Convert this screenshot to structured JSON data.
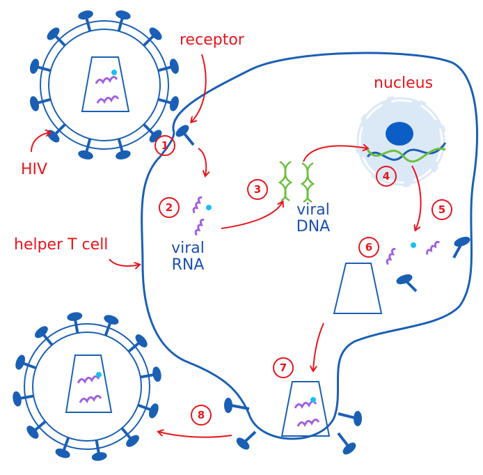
{
  "labels": {
    "receptor": "receptor",
    "nucleus": "nucleus",
    "hiv": "HIV",
    "helper_t_cell": "helper T cell",
    "viral_rna_line1": "viral",
    "viral_rna_line2": "RNA",
    "viral_dna_line1": "viral",
    "viral_dna_line2": "DNA"
  },
  "steps": [
    "1",
    "2",
    "3",
    "4",
    "5",
    "6",
    "7",
    "8"
  ],
  "colors": {
    "membrane": "#1a5fb4",
    "label_red": "#e8141c",
    "rna_purple": "#a060e0",
    "dna_green": "#6cbf3c",
    "enzyme_cyan": "#18c0ef",
    "nucleus_fill": "#dbe9f7",
    "nucleolus": "#0b5ec6"
  }
}
